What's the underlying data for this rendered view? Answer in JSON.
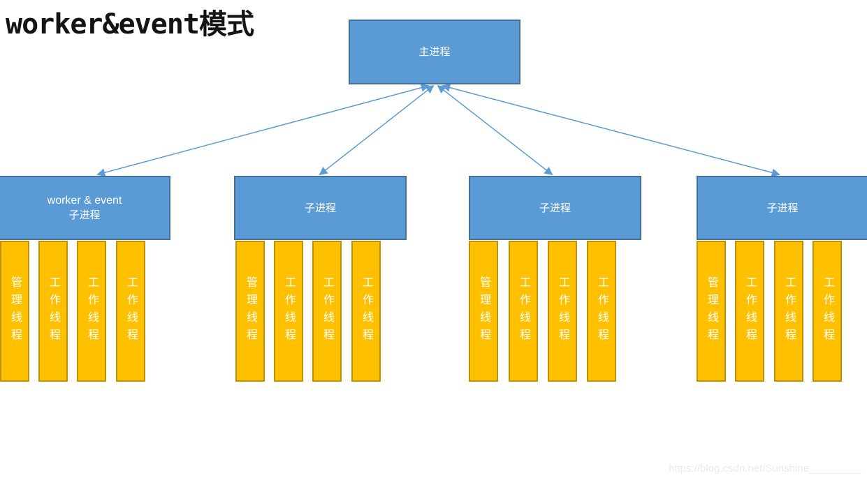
{
  "page": {
    "title": "worker&event模式",
    "watermark": "https://blog.csdn.net/Sunshine_________"
  },
  "colors": {
    "process_box_fill": "#5B9BD5",
    "process_box_border": "#41719C",
    "thread_bar_fill": "#FFC000",
    "thread_bar_border": "#BF9000",
    "arrow": "#5B9BD5",
    "box_text": "#FFFFFF",
    "title_text": "#141414",
    "watermark_text": "#EBEBEB"
  },
  "diagram": {
    "main_process": {
      "label": "主进程"
    },
    "child_processes": [
      {
        "label_line1": "worker & event",
        "label_line2": "子进程",
        "threads": [
          "管理线程",
          "工作线程",
          "工作线程",
          "工作线程"
        ]
      },
      {
        "label_line1": "",
        "label_line2": "子进程",
        "threads": [
          "管理线程",
          "工作线程",
          "工作线程",
          "工作线程"
        ]
      },
      {
        "label_line1": "",
        "label_line2": "子进程",
        "threads": [
          "管理线程",
          "工作线程",
          "工作线程",
          "工作线程"
        ]
      },
      {
        "label_line1": "",
        "label_line2": "子进程",
        "threads": [
          "管理线程",
          "工作线程",
          "工作线程",
          "工作线程"
        ]
      }
    ]
  }
}
